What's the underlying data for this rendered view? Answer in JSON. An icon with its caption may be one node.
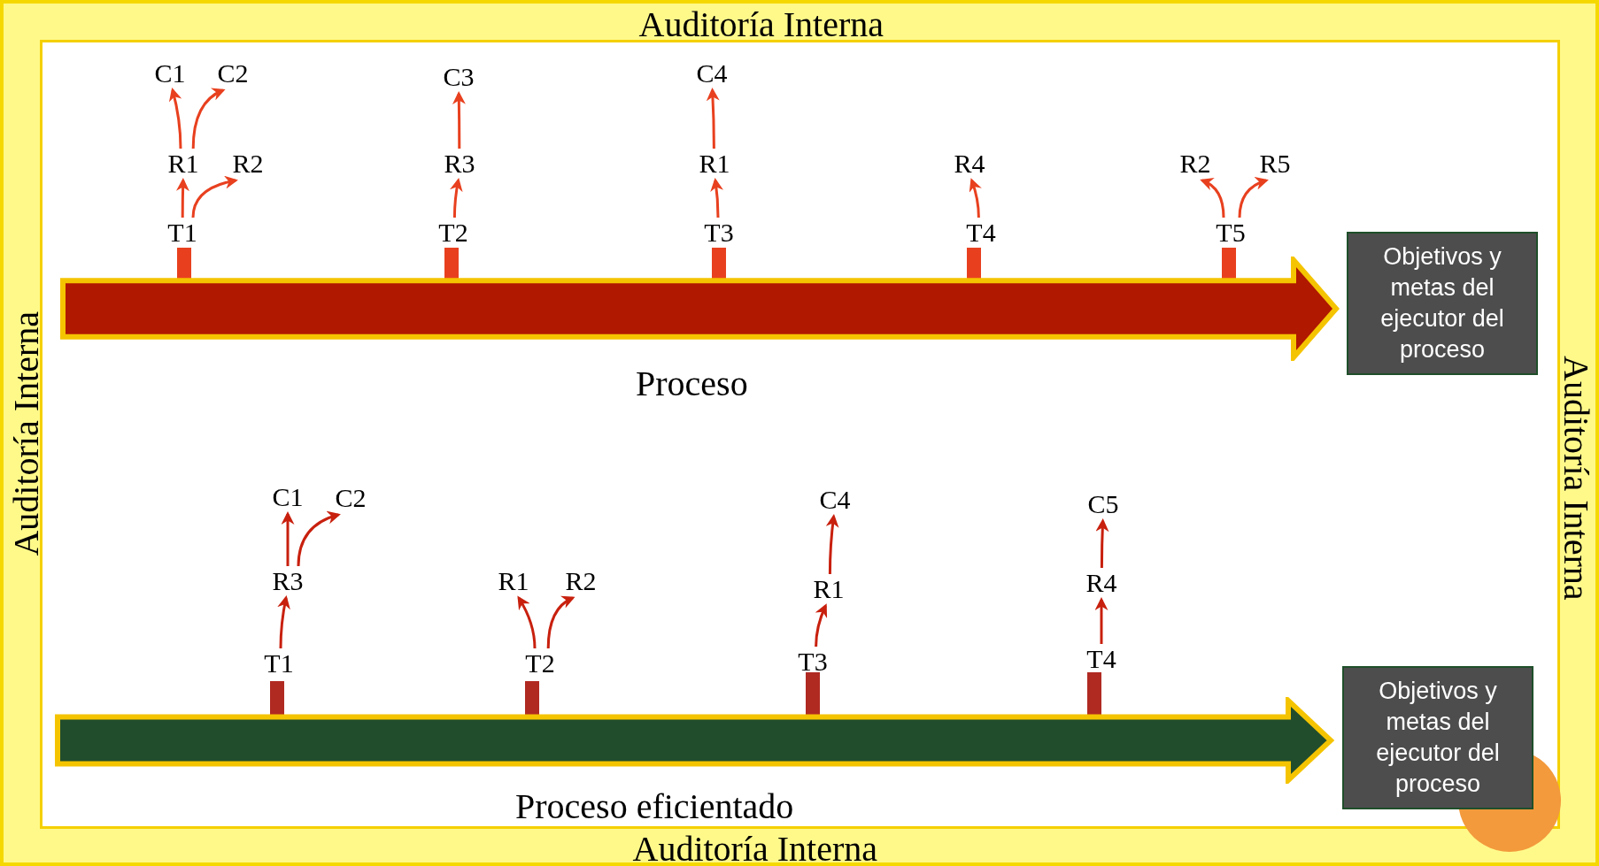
{
  "diagram": {
    "nodes": [
      {
        "text": [
          "Proceso"
        ]
      },
      {
        "text": [
          "Objetivos y metas del ejecutor del proceso"
        ]
      },
      {
        "text": [
          "C1"
        ]
      },
      {
        "text": [
          "C2"
        ]
      },
      {
        "text": [
          "C3"
        ]
      },
      {
        "text": [
          "C4"
        ]
      },
      {
        "text": [
          "R1"
        ]
      },
      {
        "text": [
          "R2"
        ]
      },
      {
        "text": [
          "R3"
        ]
      },
      {
        "text": [
          "R1"
        ]
      },
      {
        "text": [
          "R4"
        ]
      },
      {
        "text": [
          "R2"
        ]
      },
      {
        "text": [
          "R5"
        ]
      },
      {
        "text": [
          "T1"
        ]
      },
      {
        "text": [
          "T2"
        ]
      },
      {
        "text": [
          "T3"
        ]
      },
      {
        "text": [
          "T4"
        ]
      },
      {
        "text": [
          "T5"
        ]
      },
      {
        "text": [
          "Proceso eficientado"
        ]
      },
      {
        "text": [
          "Objetivos y metas del ejecutor del proceso"
        ]
      },
      {
        "text": [
          "C1"
        ]
      },
      {
        "text": [
          "C2"
        ]
      },
      {
        "text": [
          "C4"
        ]
      },
      {
        "text": [
          "C5"
        ]
      },
      {
        "text": [
          "R3"
        ]
      },
      {
        "text": [
          "R1"
        ]
      },
      {
        "text": [
          "R2"
        ]
      },
      {
        "text": [
          "R1"
        ]
      },
      {
        "text": [
          "R4"
        ]
      },
      {
        "text": [
          "T1"
        ]
      },
      {
        "text": [
          "T2"
        ]
      },
      {
        "text": [
          "T3"
        ]
      },
      {
        "text": [
          "T4"
        ]
      },
      {
        "text": [],
        "shape": "circle"
      }
    ],
    "edges": [
      {
        "from": 13,
        "to": 6,
        "arrow": "to"
      },
      {
        "from": 13,
        "to": 7,
        "arrow": "to"
      },
      {
        "from": 6,
        "to": 2,
        "arrow": "to"
      },
      {
        "from": 6,
        "to": 3,
        "arrow": "to"
      },
      {
        "from": 14,
        "to": 8,
        "arrow": "to"
      },
      {
        "from": 8,
        "to": 4,
        "arrow": "to"
      },
      {
        "from": 15,
        "to": 9,
        "arrow": "to"
      },
      {
        "from": 9,
        "to": 5,
        "arrow": "to"
      },
      {
        "from": 16,
        "to": 10,
        "arrow": "to"
      },
      {
        "from": 17,
        "to": 11,
        "arrow": "to"
      },
      {
        "from": 17,
        "to": 12,
        "arrow": "to"
      },
      {
        "from": 29,
        "to": 24,
        "arrow": "to",
        "color": "#c8200e"
      },
      {
        "from": 24,
        "to": 20,
        "arrow": "to",
        "color": "#c8200e"
      },
      {
        "from": 24,
        "to": 21,
        "arrow": "to",
        "color": "#c8200e"
      },
      {
        "from": 30,
        "to": 25,
        "arrow": "to",
        "color": "#c8200e"
      },
      {
        "from": 30,
        "to": 26,
        "arrow": "to",
        "color": "#c8200e"
      },
      {
        "from": 31,
        "to": 27,
        "arrow": "to",
        "color": "#c8200e"
      },
      {
        "from": 27,
        "to": 22,
        "arrow": "to",
        "color": "#c8200e"
      },
      {
        "from": 32,
        "to": 28,
        "arrow": "to",
        "color": "#c8200e"
      },
      {
        "from": 28,
        "to": 23,
        "arrow": "to",
        "color": "#c8200e"
      }
    ],
    "labels": [
      "Auditoría Interna",
      "Auditoría Interna",
      "Auditoría Interna",
      "Auditoría Interna"
    ]
  }
}
